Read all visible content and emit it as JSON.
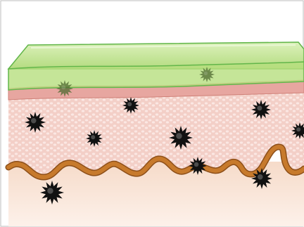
{
  "colors": {
    "background": "#ffffff",
    "border": "#bdbdbd",
    "film_fill": "#a9d86a",
    "film_edge": "#62b64a",
    "epidermis_top": "#e7a6a0",
    "dermis": "#f3cfc7",
    "cell_texture": "#fbe7e3",
    "membrane": "#c77a2c",
    "membrane_edge": "#8d4f19",
    "subcutis": "#fbe6d8",
    "particle": "#111111"
  },
  "icons": [
    "skin-cross-section",
    "barrier-film",
    "spiky-particle"
  ]
}
